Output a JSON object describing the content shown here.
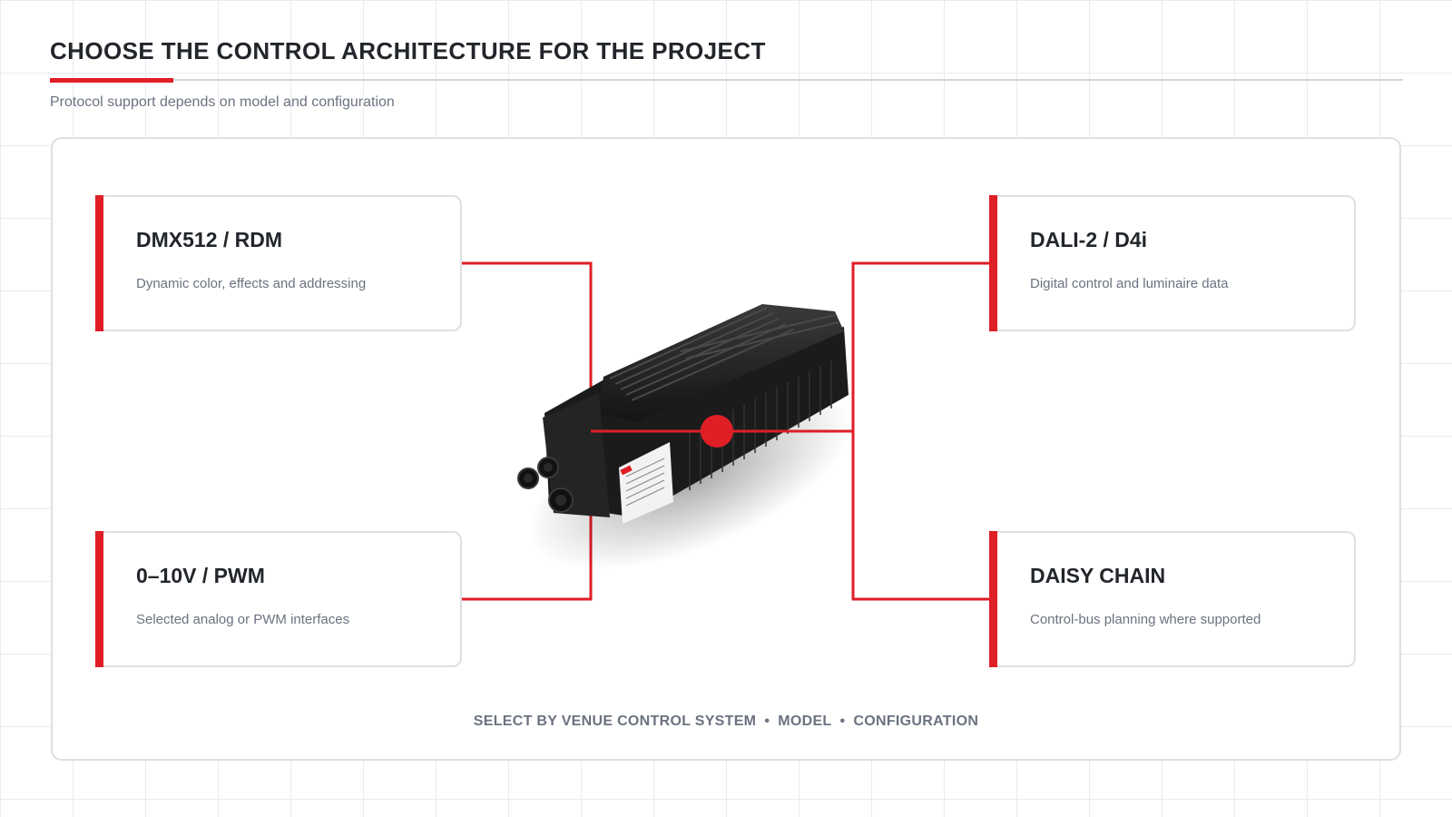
{
  "header": {
    "title": "CHOOSE THE CONTROL ARCHITECTURE FOR THE PROJECT",
    "subtitle": "Protocol support depends on model and configuration"
  },
  "cards": [
    {
      "title": "DMX512 / RDM",
      "description": "Dynamic color, effects and addressing"
    },
    {
      "title": "DALI-2 / D4i",
      "description": "Digital control and luminaire data"
    },
    {
      "title": "0–10V / PWM",
      "description": "Selected analog or PWM interfaces"
    },
    {
      "title": "DAISY CHAIN",
      "description": "Control-bus planning where supported"
    }
  ],
  "footer": {
    "items": [
      "SELECT BY VENUE CONTROL SYSTEM",
      "MODEL",
      "CONFIGURATION"
    ],
    "separator": "•"
  },
  "colors": {
    "accent": "#e01e26",
    "text": "#22262b",
    "muted": "#6b7280",
    "border": "#dcdfe3"
  },
  "images": {
    "device": "black finned LED power supply / controller unit with cable glands and label"
  }
}
